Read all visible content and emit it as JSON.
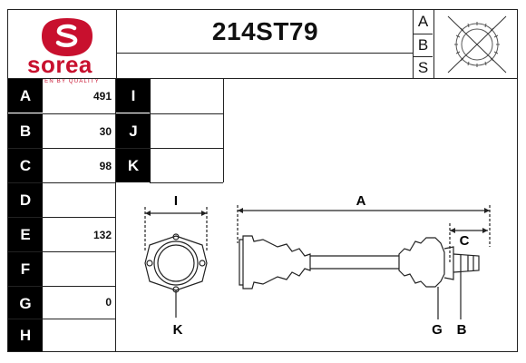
{
  "header": {
    "logo_name": "sorea",
    "logo_tagline": "DRIVEN BY QUALITY",
    "part_number": "214ST79",
    "abs_letters": [
      "A",
      "B",
      "S"
    ],
    "brand_color": "#c8102e"
  },
  "specs_left": [
    {
      "label": "A",
      "value": "491"
    },
    {
      "label": "B",
      "value": "30"
    },
    {
      "label": "C",
      "value": "98"
    },
    {
      "label": "D",
      "value": ""
    },
    {
      "label": "E",
      "value": "132"
    },
    {
      "label": "F",
      "value": ""
    },
    {
      "label": "G",
      "value": "0"
    },
    {
      "label": "H",
      "value": ""
    }
  ],
  "specs_right": [
    {
      "label": "I",
      "value": ""
    },
    {
      "label": "J",
      "value": ""
    },
    {
      "label": "K",
      "value": ""
    }
  ],
  "diagram_labels": {
    "i": "I",
    "a": "A",
    "c": "C",
    "k": "K",
    "g": "G",
    "b": "B"
  }
}
